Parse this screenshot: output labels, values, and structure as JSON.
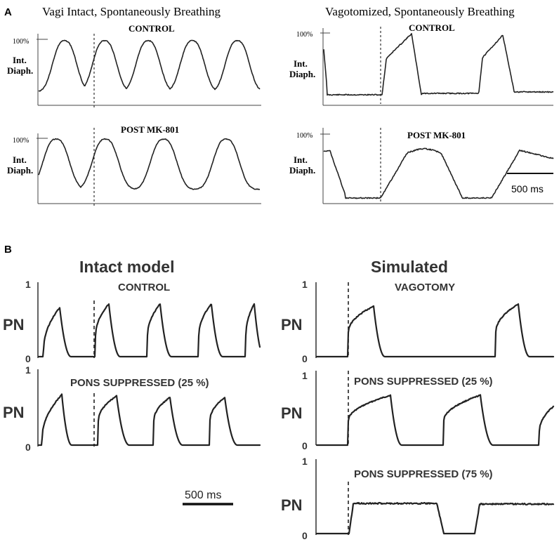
{
  "panel_a": {
    "letter": "A",
    "left_title": "Vagi Intact, Spontaneously Breathing",
    "right_title": "Vagotomized, Spontaneously Breathing",
    "control_label": "CONTROL",
    "post_label": "POST MK-801",
    "pct_label": "100%",
    "y_label_line1": "Int.",
    "y_label_line2": "Diaph.",
    "scale_label": "500 ms"
  },
  "panel_b": {
    "letter": "B",
    "left_title": "Intact model",
    "right_title": "Simulated",
    "control_label": "CONTROL",
    "vagotomy_label": "VAGOTOMY",
    "pons25_label": "PONS SUPPRESSED (25 %)",
    "pons75_label": "PONS SUPPRESSED (75 %)",
    "y_label": "PN",
    "tick_top": "1",
    "tick_bottom": "0",
    "scale_label": "500 ms"
  }
}
